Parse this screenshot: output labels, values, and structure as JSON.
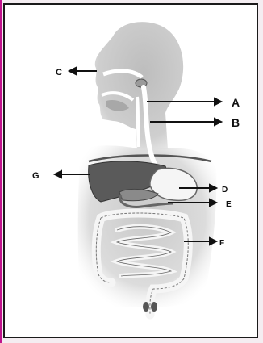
{
  "labels": {
    "a": "A",
    "b": "B",
    "c": "C",
    "d": "D",
    "e": "E",
    "f": "F",
    "g": "G"
  },
  "colors": {
    "page_bg": "#f4edf1",
    "accent": "#c0148c",
    "frame": "#1a1a1a",
    "body_shade": "#d6d6d6",
    "liver": "#5a5a5a",
    "organ_light": "#f5f5f5",
    "arrow": "#111111"
  }
}
